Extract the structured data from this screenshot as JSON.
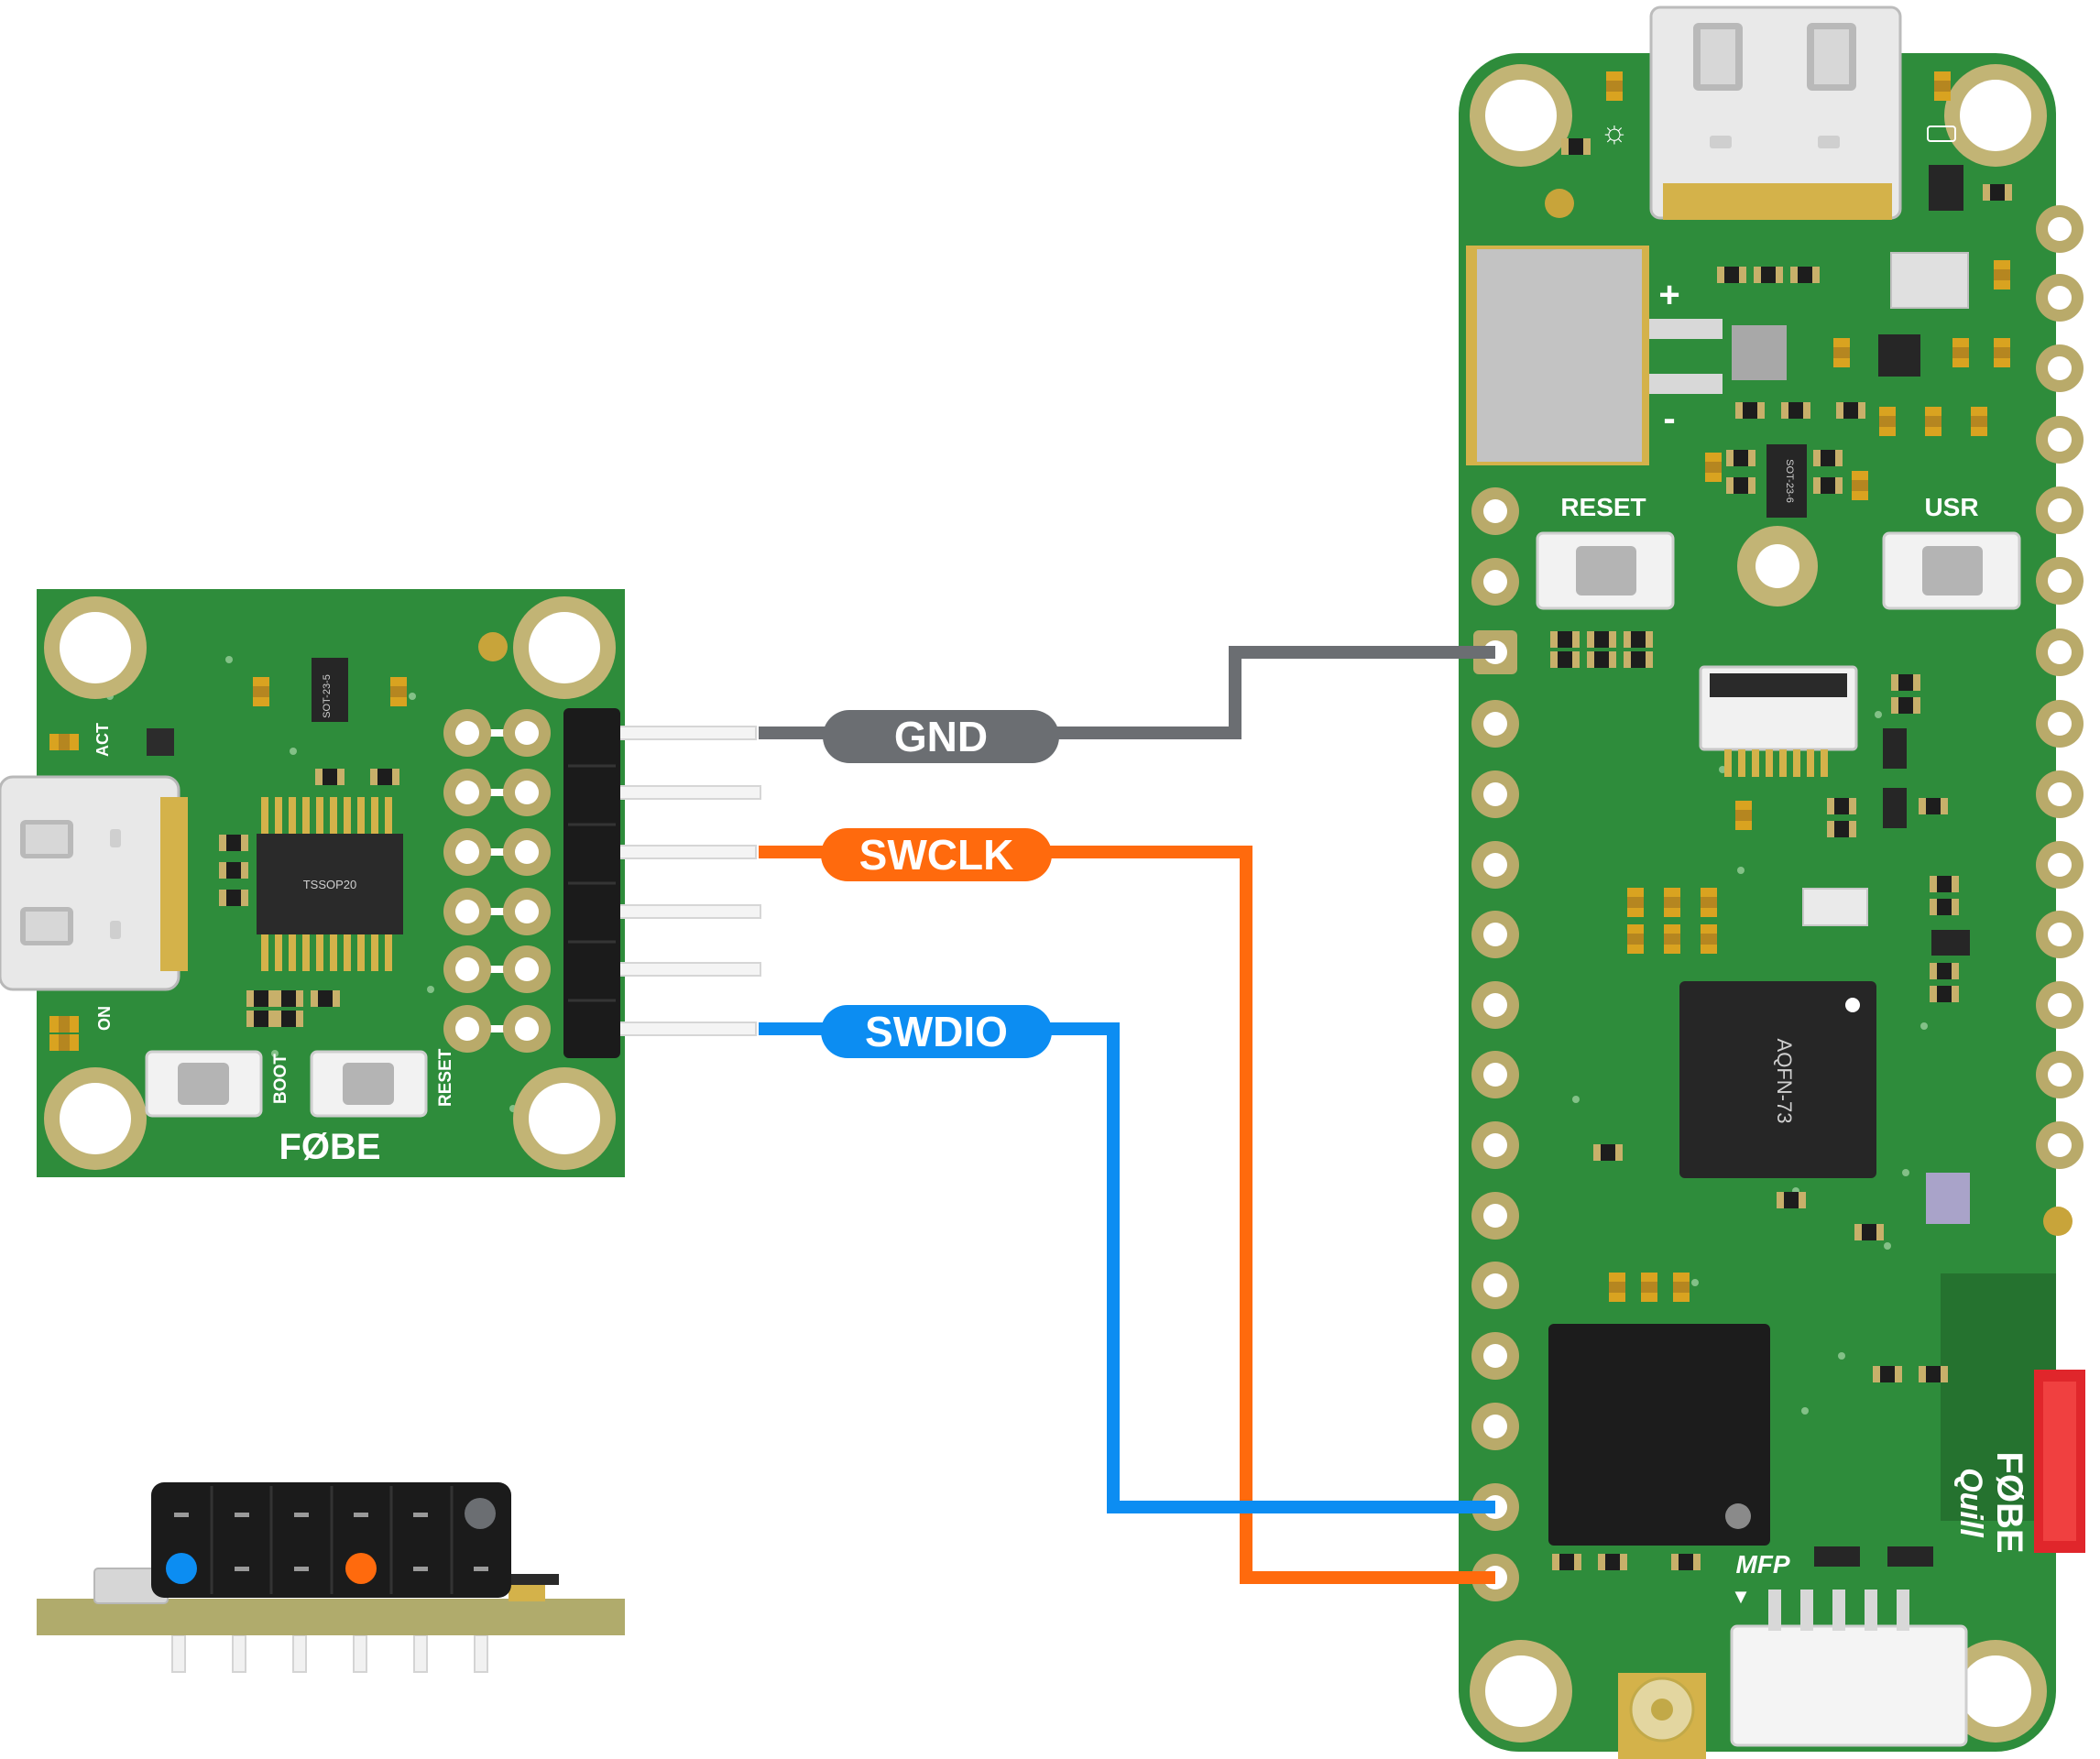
{
  "wires": {
    "gnd": {
      "label": "GND",
      "color": "#6b6e72"
    },
    "swclk": {
      "label": "SWCLK",
      "color": "#ff6a0d"
    },
    "swdio": {
      "label": "SWDIO",
      "color": "#0c8df2"
    }
  },
  "debugger": {
    "brand": "FØBE",
    "chip": "TSSOP20",
    "led_act": "ACT",
    "led_on": "ON",
    "button_boot": "BOOT",
    "button_reset": "RESET",
    "ldo": "SOT-23-5"
  },
  "quill": {
    "brand": "FØBE",
    "model": "Quill",
    "button_reset": "RESET",
    "button_usr": "USR",
    "mcu": "AQFN-73",
    "mfp": "MFP",
    "battery_plus": "+",
    "battery_minus": "-",
    "regulator": "SOT-23-6"
  },
  "colors": {
    "pcb": "#2e8c3b",
    "pcb_dark": "#25722f",
    "pad": "#b8a968",
    "header": "#1a1a1a"
  }
}
